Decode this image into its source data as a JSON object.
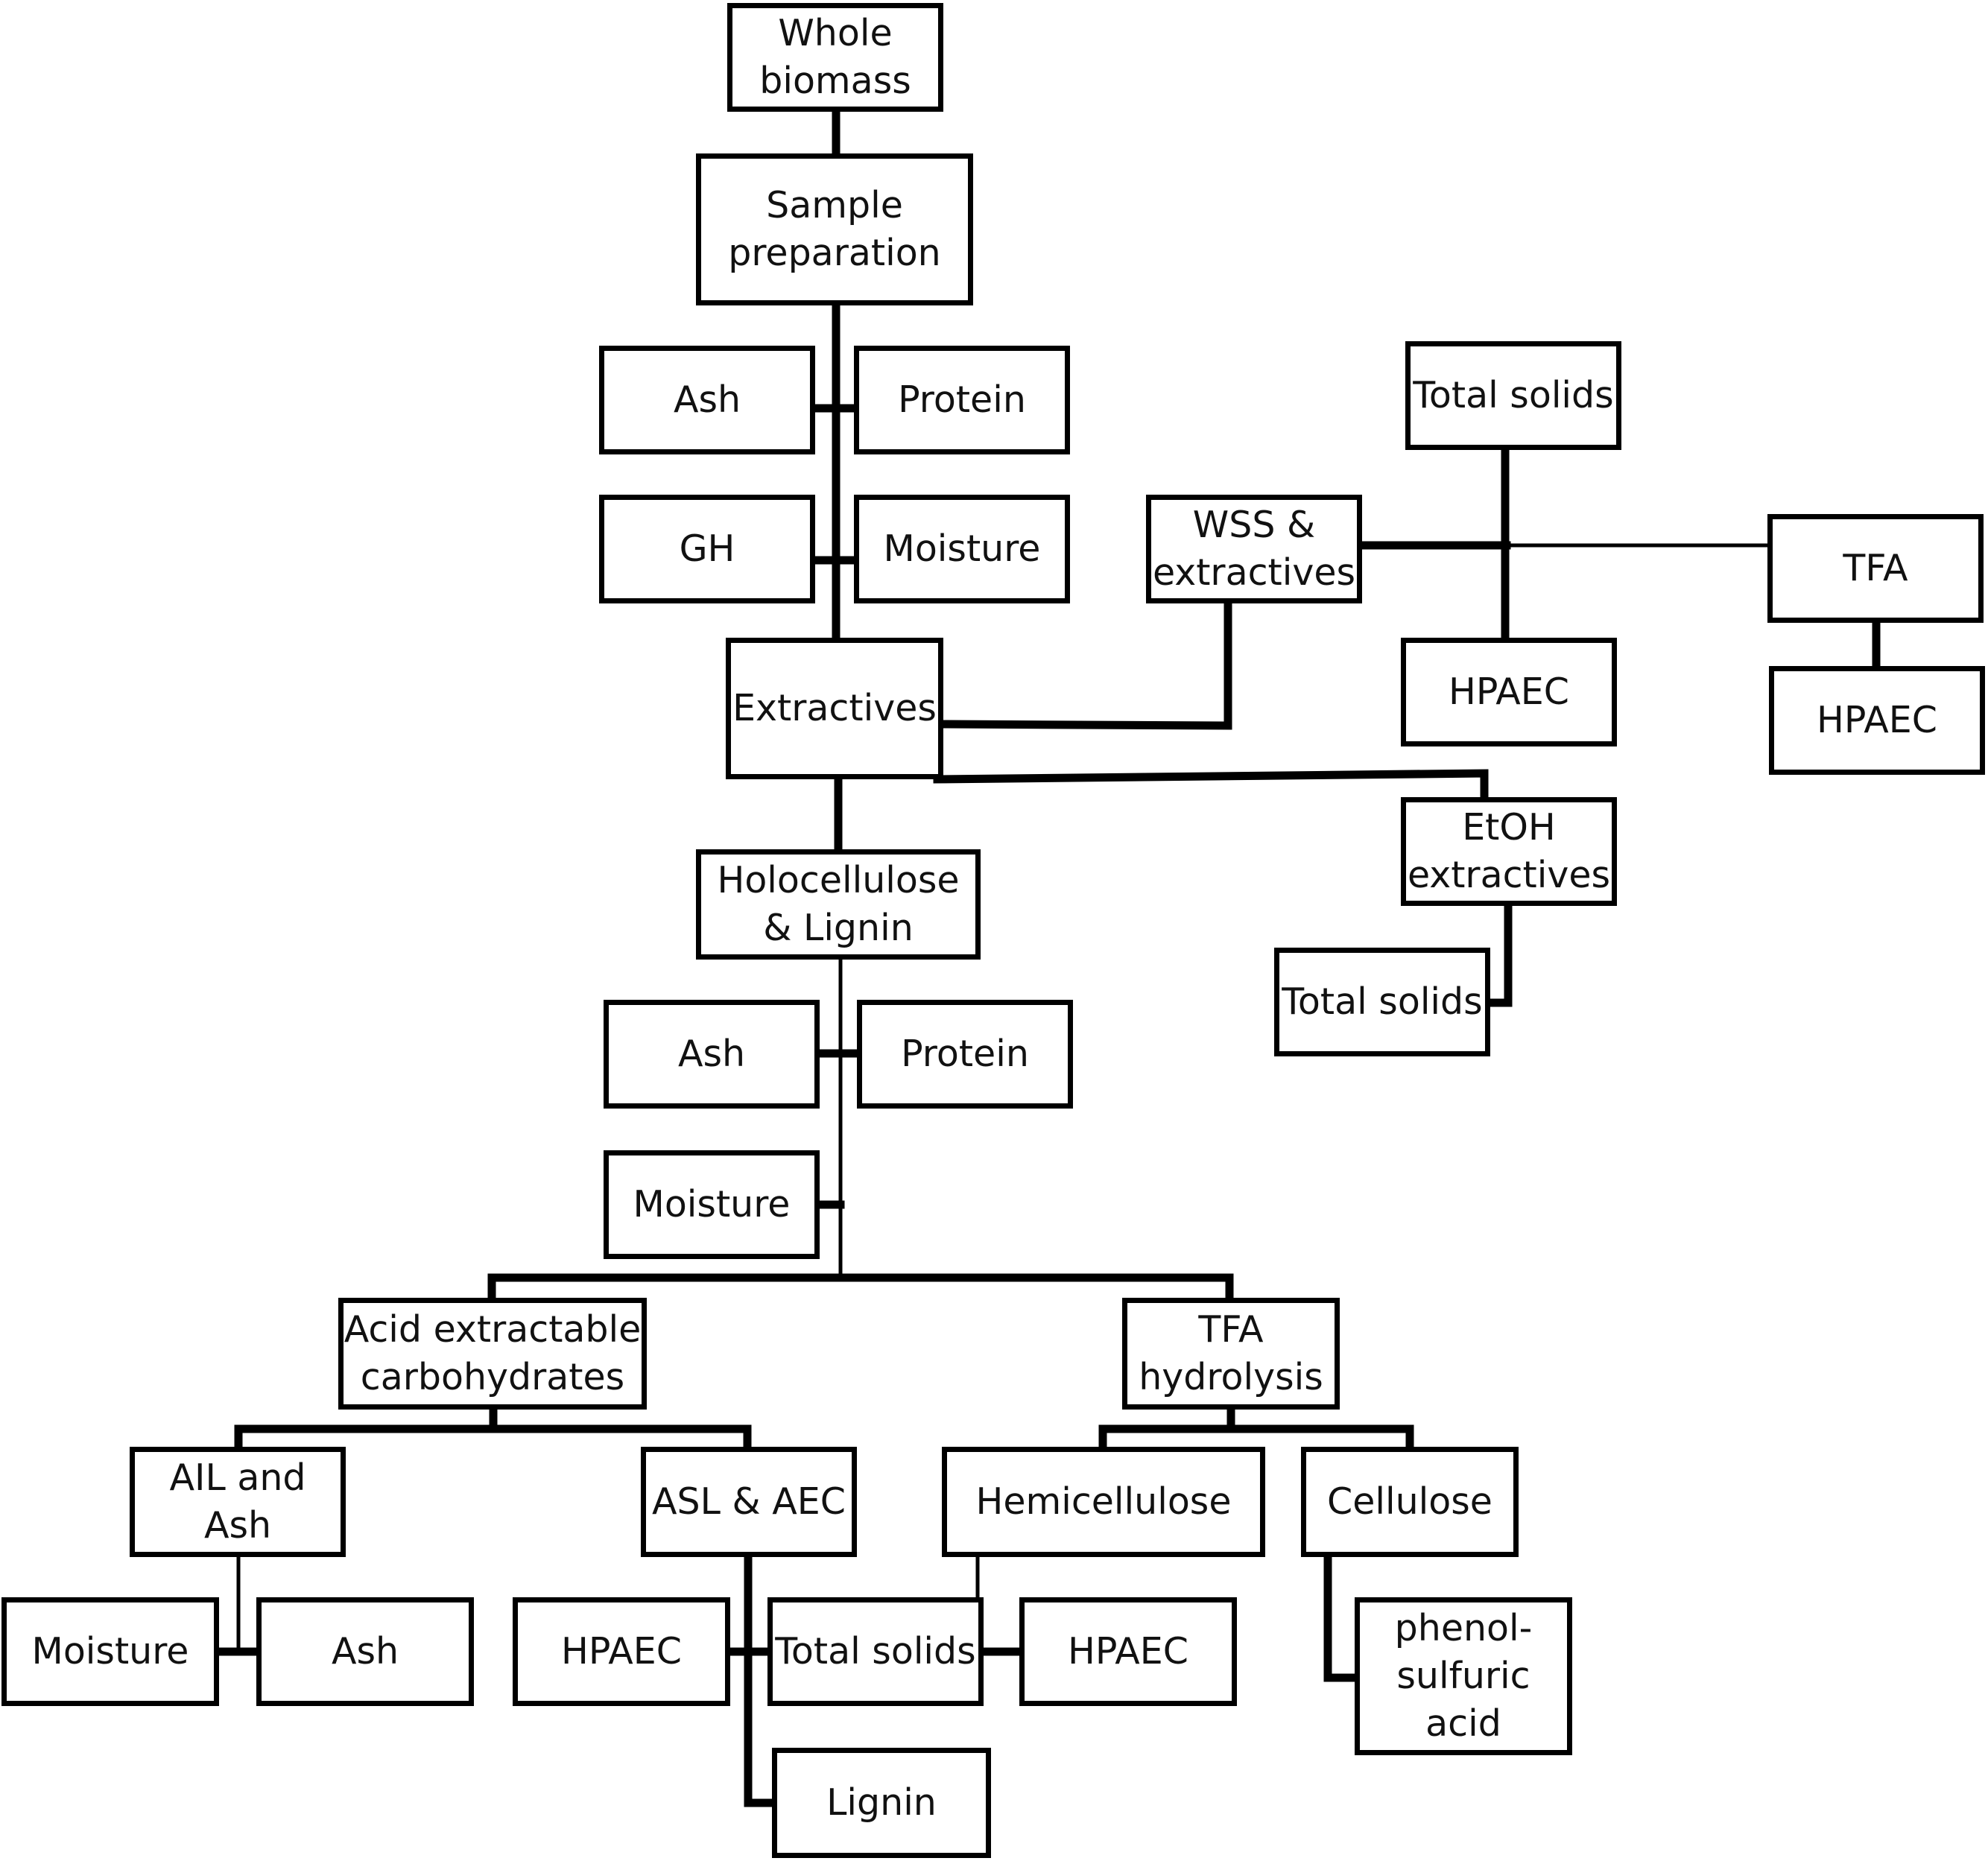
{
  "nodes": {
    "whole_biomass": "Whole\nbiomass",
    "sample_preparation": "Sample\npreparation",
    "ash_1": "Ash",
    "protein_1": "Protein",
    "gh": "GH",
    "moisture_1": "Moisture",
    "extractives": "Extractives",
    "wss_extractives": "WSS &\nextractives",
    "total_solids_1": "Total solids",
    "tfa_1": "TFA",
    "hpaec_1": "HPAEC",
    "hpaec_2": "HPAEC",
    "etoh_extractives": "EtOH\nextractives",
    "total_solids_2": "Total solids",
    "holocellulose_lignin": "Holocellulose\n& Lignin",
    "ash_2": "Ash",
    "protein_2": "Protein",
    "moisture_2": "Moisture",
    "acid_extractable_carbohydrates": "Acid extractable\ncarbohydrates",
    "tfa_hydrolysis": "TFA\nhydrolysis",
    "ail_and_ash": "AIL and Ash",
    "asl_aec": "ASL & AEC",
    "hemicellulose": "Hemicellulose",
    "cellulose": "Cellulose",
    "moisture_3": "Moisture",
    "ash_3": "Ash",
    "hpaec_3": "HPAEC",
    "total_solids_3": "Total solids",
    "hpaec_4": "HPAEC",
    "phenol_sulfuric_acid": "phenol-\nsulfuric\nacid",
    "lignin": "Lignin"
  }
}
